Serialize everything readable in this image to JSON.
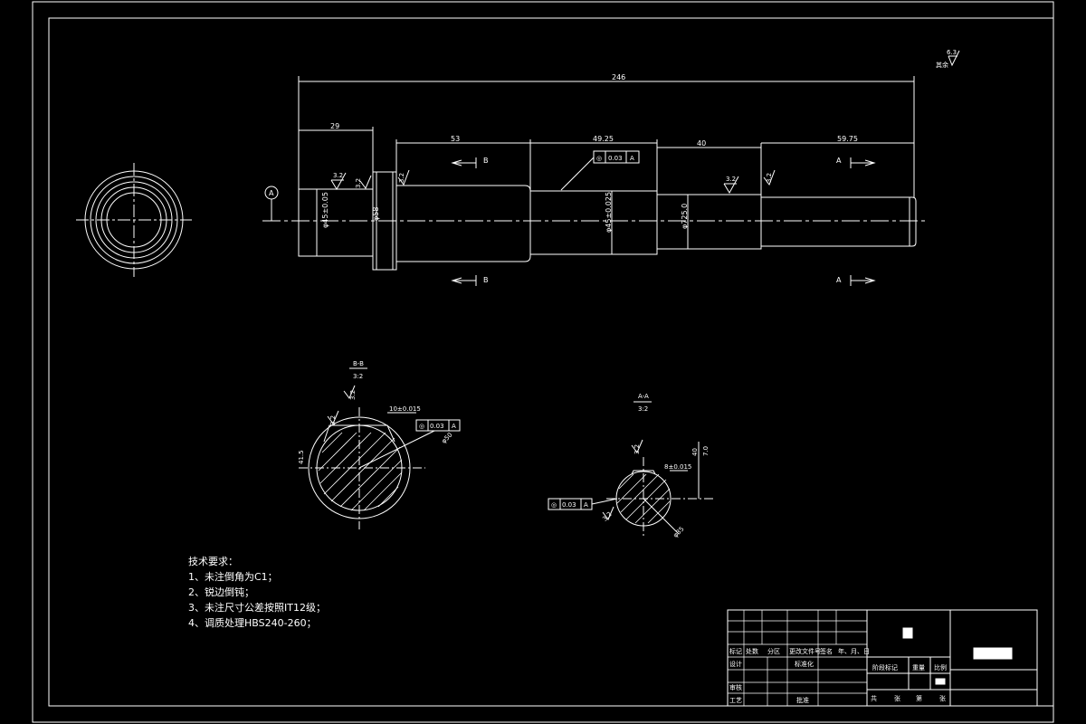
{
  "drawing": {
    "roughness_note": {
      "prefix": "其余",
      "value": "6.3"
    },
    "section_ref": "A",
    "dimensions": {
      "overall_length": "246",
      "seg1": "29",
      "seg2": "53",
      "seg3": "49.25",
      "seg4": "40",
      "seg5": "59.75",
      "dia1": "φ45±0.05",
      "dia2": "φ58",
      "dia3": "φ45±0.025",
      "dia4": "φ725.0",
      "roughness_a": "3.2",
      "roughness_b": "3.2",
      "roughness_c": "3.2",
      "roughness_d": "3.2",
      "roughness_e": "3.2"
    },
    "cut_labels": {
      "b_top": "B",
      "b_bottom": "B",
      "a_top": "A",
      "a_bottom": "A"
    },
    "tolerance_main": {
      "symbol": "◎",
      "value": "0.03",
      "datum": "A"
    },
    "section_b": {
      "title": "B-B",
      "scale": "3:2",
      "keyway": "10±0.015",
      "depth": "41.5",
      "roughness_1": "3.2",
      "roughness_2": "3.2",
      "diameter": "φ50",
      "tolerance": {
        "symbol": "◎",
        "value": "0.03",
        "datum": "A"
      }
    },
    "section_a": {
      "title": "A-A",
      "scale": "3:2",
      "keyway": "8±0.015",
      "depth": "7.0",
      "depth2": "40",
      "roughness_1": "3.2",
      "roughness_2": "3.2",
      "diameter": "φ35",
      "tolerance": {
        "symbol": "◎",
        "value": "0.03",
        "datum": "A"
      }
    },
    "technical_requirements": {
      "title": "技术要求：",
      "items": [
        "1、未注倒角为C1；",
        "2、锐边倒钝；",
        "3、未注尺寸公差按照IT12级；",
        "4、调质处理HBS240-260；"
      ]
    },
    "title_block": {
      "row_labels": [
        "标记",
        "处数",
        "分区",
        "更改文件号",
        "签名",
        "年、月、日"
      ],
      "design": "设计",
      "standardize": "标准化",
      "review": "审核",
      "process": "工艺",
      "approve": "批准",
      "stage_mark": "阶段标记",
      "weight": "重量",
      "scale": "比例",
      "sheets": [
        "共",
        "张",
        "第",
        "张"
      ]
    }
  }
}
